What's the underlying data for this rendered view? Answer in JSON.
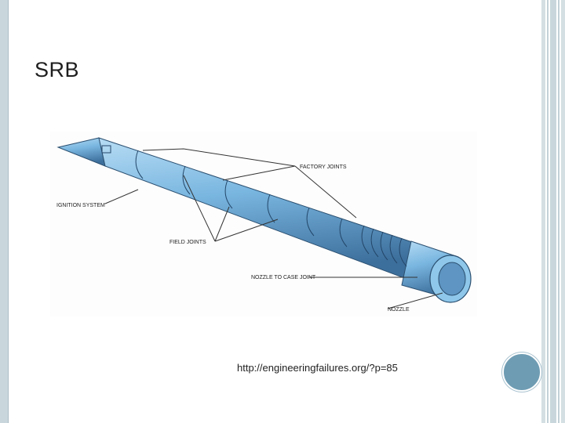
{
  "slide": {
    "title": "SRB",
    "caption": "http://engineeringfailures.org/?p=85"
  },
  "diagram": {
    "labels": {
      "factory_joints": "FACTORY JOINTS",
      "ignition_system": "IGNITION SYSTEM",
      "field_joints": "FIELD JOINTS",
      "nozzle_to_case_joint": "NOZZLE TO CASE JOINT",
      "nozzle": "NOZZLE"
    }
  },
  "colors": {
    "frame": "#c9d7dc",
    "accent_dot": "#6e9cb3",
    "rocket_body": "#79b6e0",
    "rocket_shadow": "#3d6f9c",
    "leader_lines": "#333333"
  }
}
